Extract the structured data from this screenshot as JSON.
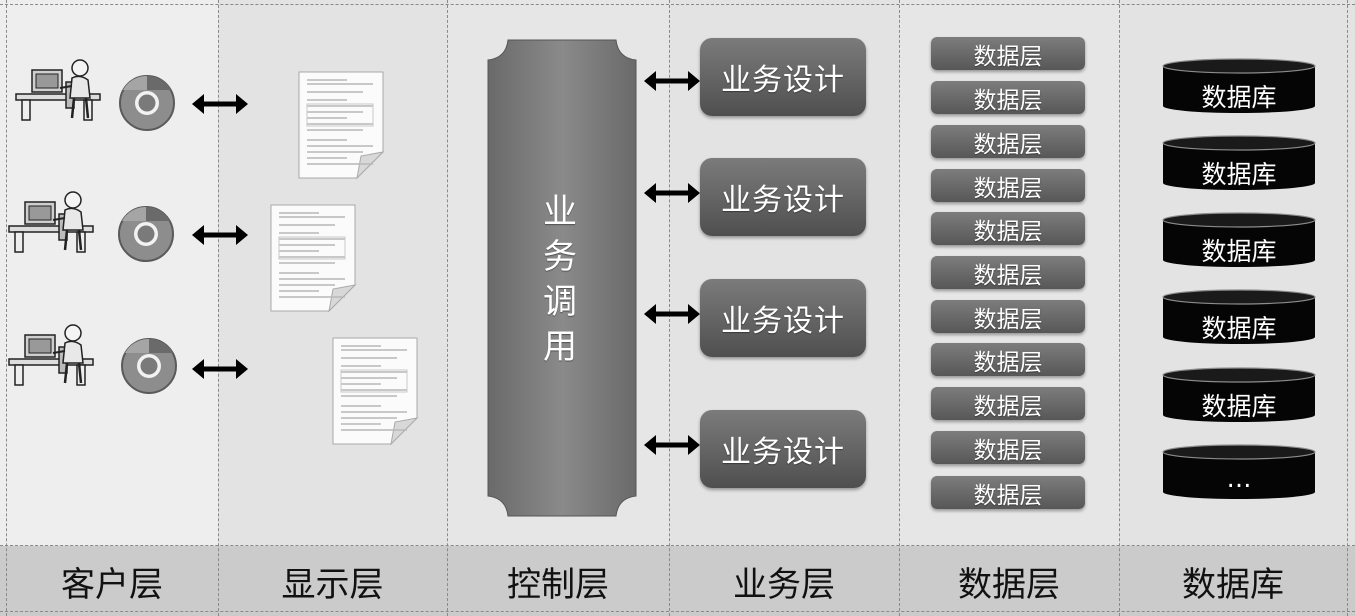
{
  "layers": {
    "client": "客户层",
    "display": "显示层",
    "control": "控制层",
    "business": "业务层",
    "data": "数据层",
    "database": "数据库"
  },
  "control_label_chars": [
    "业",
    "务",
    "调",
    "用"
  ],
  "business_items": [
    "业务设计",
    "业务设计",
    "业务设计",
    "业务设计"
  ],
  "data_items": [
    "数据层",
    "数据层",
    "数据层",
    "数据层",
    "数据层",
    "数据层",
    "数据层",
    "数据层",
    "数据层",
    "数据层",
    "数据层"
  ],
  "database_items": [
    "数据库",
    "数据库",
    "数据库",
    "数据库",
    "数据库",
    "…"
  ],
  "icons": {
    "user": "user-at-computer-icon",
    "browser": "browser-icon",
    "document": "document-page-icon",
    "arrow": "double-arrow-icon"
  }
}
